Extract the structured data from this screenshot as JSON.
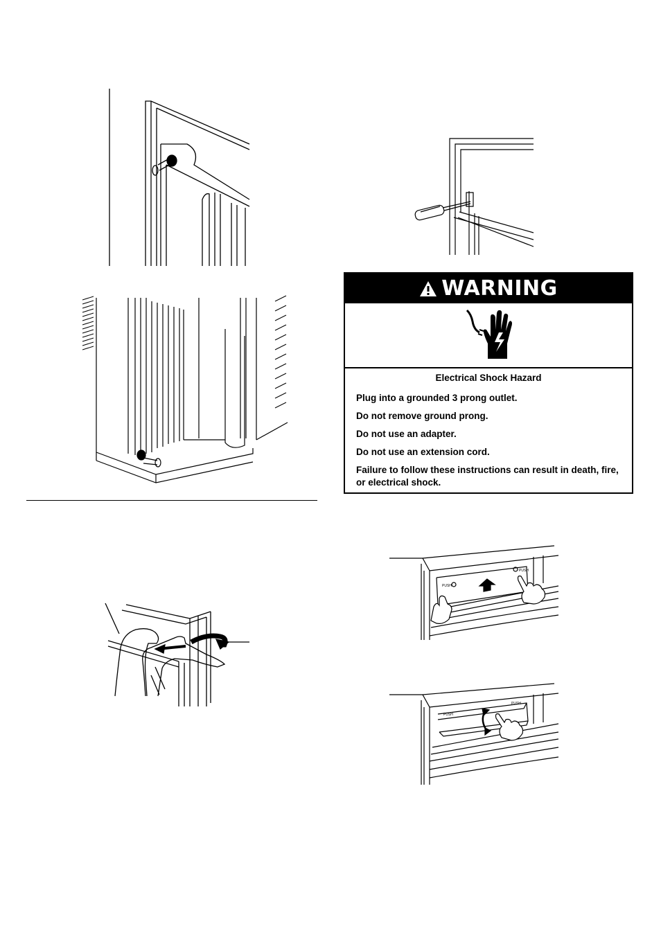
{
  "warning": {
    "title": "WARNING",
    "icon": "electrical-shock-hand-icon",
    "hazard_title": "Electrical Shock Hazard",
    "instructions": [
      "Plug into a grounded 3 prong outlet.",
      "Do not remove ground prong.",
      "Do not use an adapter.",
      "Do not use an extension cord.",
      "Failure to follow these instructions can result in death, fire, or electrical shock."
    ]
  },
  "figures": {
    "control_panel": {
      "push_label": "PUSH"
    }
  },
  "colors": {
    "ink": "#000000",
    "paper": "#ffffff"
  }
}
